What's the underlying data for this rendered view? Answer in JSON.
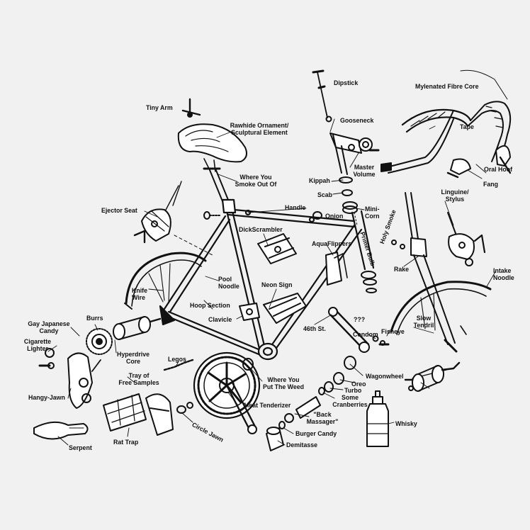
{
  "colors": {
    "ink": "#111111",
    "paper": "#f1f1f1"
  },
  "labels": {
    "tiny_arm": "Tiny Arm",
    "rawhide_ornament": "Rawhide Ornament/\nSculptural Element",
    "dipstick": "Dipstick",
    "gooseneck": "Gooseneck",
    "mylenated_fibre_core": "Mylenated Fibre Core",
    "tape": "Tape",
    "master_volume": "Master\nVolume",
    "oral_hoof": "Oral Hoof",
    "fang": "Fang",
    "kippah": "Kippah",
    "scab": "Scab",
    "where_you_smoke_out_of": "Where You\nSmoke Out Of",
    "ejector_seat": "Ejector Seat",
    "handle": "Handle",
    "mini_corn": "Mini-\nCorn",
    "onion": "Onion",
    "holy_smoke": "Holy Smoke",
    "linguine_stylus": "Linguine/\nStylus",
    "dickscrambler": "DickScrambler",
    "primer_bulb": "Primer Bulb",
    "aquaflippers": "AquaFlippers",
    "rake": "Rake",
    "intake_noodle": "Intake\nNoodle",
    "pool_noodle": "Pool\nNoodle",
    "knife_wire": "Knife\nWire",
    "neon_sign": "Neon Sign",
    "hoop_section": "Hoop Section",
    "burrs": "Burrs",
    "gay_japanese_candy": "Gay Japanese\nCandy",
    "clavicle": "Clavicle",
    "fortysixth_st": "46th St.",
    "question_marks": "???",
    "fisheye": "Fisheye",
    "slow_tendril": "Slow\nTendril",
    "condom": "Condom",
    "cigarette_lighter": "Cigarette\nLighter",
    "hyperdrive_core": "Hyperdrive\nCore",
    "legos": "Legos",
    "wagonwheel": "Wagonwheel",
    "oreo": "Oreo",
    "where_you_put_the_weed": "Where You\nPut The Weed",
    "turbo": "Turbo",
    "tray_of_free_samples": "Tray of\nFree Samples",
    "hangy_jawn": "Hangy-Jawn",
    "some_cranberries": "Some\nCranberries",
    "meat_tenderizer": "Meat Tenderizer",
    "back_massager": "\"Back\nMassager\"",
    "whisky": "Whisky",
    "circle_jawn": "Circle Jawn",
    "burger_candy": "Burger Candy",
    "rat_trap": "Rat Trap",
    "serpent": "Serpent",
    "demitasse": "Demitasse"
  }
}
